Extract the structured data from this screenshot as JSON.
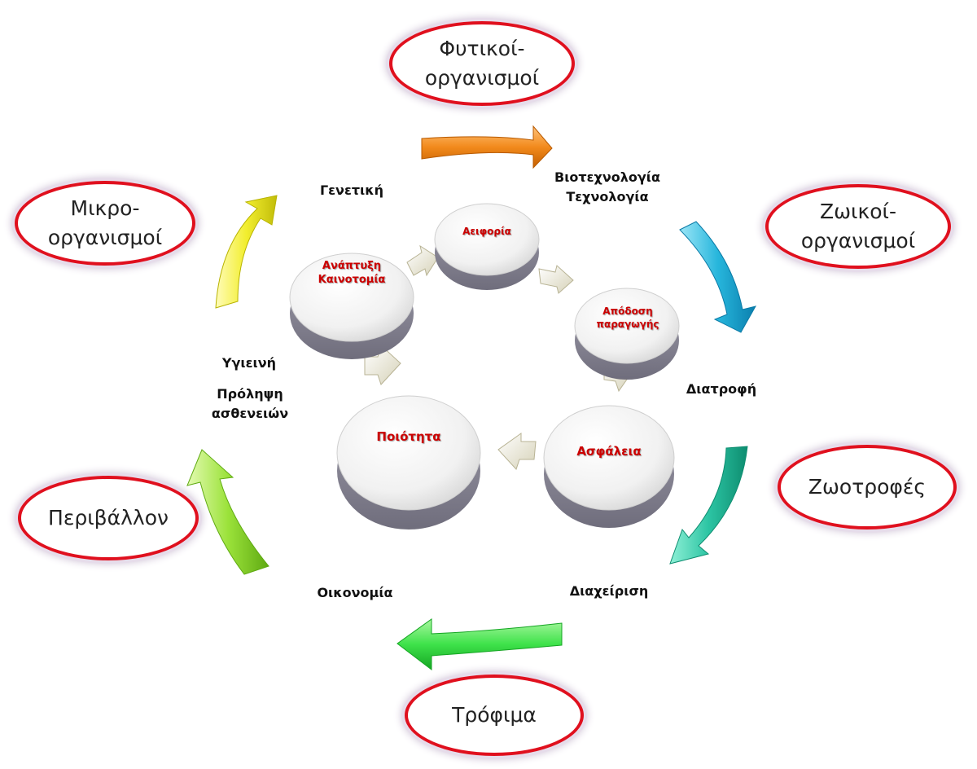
{
  "outer_nodes": {
    "plant": "Φυτικοί-\nοργανισμοί",
    "animal": "Ζωικοί-\nοργανισμοί",
    "feed": "Ζωοτροφές",
    "food": "Τρόφιμα",
    "environment": "Περιβάλλον",
    "micro": "Μικρο-\nοργανισμοί"
  },
  "cycle_labels": {
    "genetics": "Γενετική",
    "biotech": "Βιοτεχνολογία\nΤεχνολογία",
    "nutrition": "Διατροφή",
    "management": "Διαχείριση",
    "economy": "Οικονομία",
    "hygiene": "Υγιεινή",
    "prevention": "Πρόληψη\nασθενειών"
  },
  "inner_disks": {
    "sustainability": "Αειφορία",
    "yield": "Απόδοση\nπαραγωγής",
    "safety": "Ασφάλεια",
    "quality": "Ποιότητα",
    "innovation": "Ανάπτυξη\nΚαινοτομία"
  },
  "colors": {
    "oval_border": "#e0101e",
    "disk_text": "#cc0000",
    "arrow_orange": "#f28a1c",
    "arrow_cyan": "#27b6dc",
    "arrow_teal": "#2cc4a3",
    "arrow_green": "#3ee24a",
    "arrow_lime": "#9be23a",
    "arrow_yellow": "#f2ee2e"
  }
}
